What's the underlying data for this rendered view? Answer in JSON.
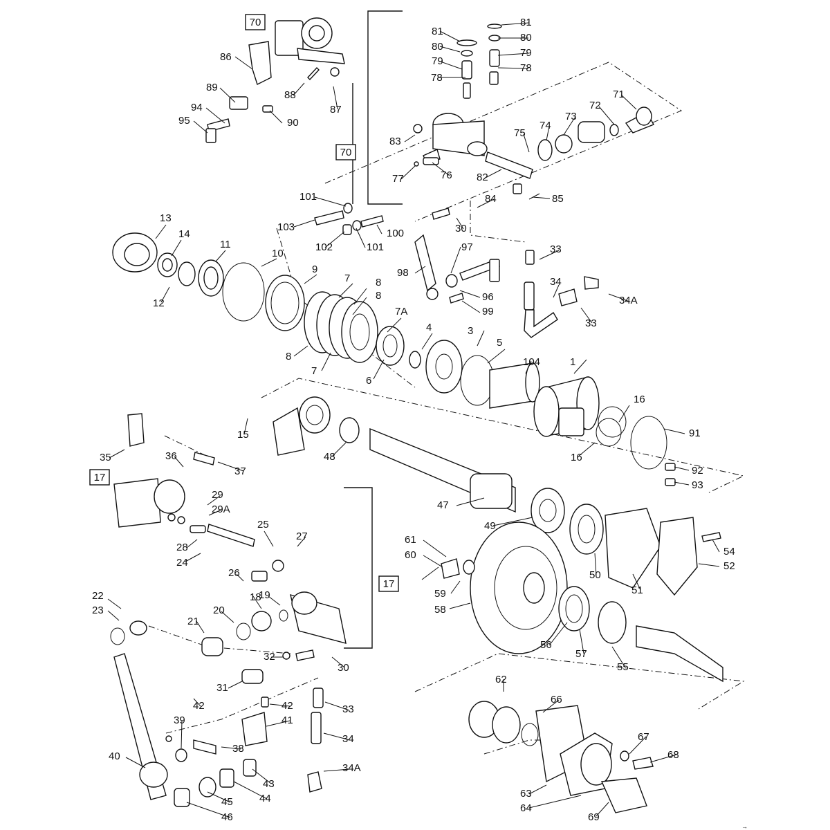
{
  "boxed_labels": [
    "70",
    "70",
    "17",
    "17"
  ],
  "callouts": [
    "1",
    "3",
    "4",
    "5",
    "6",
    "7",
    "7",
    "7A",
    "8",
    "8",
    "8",
    "9",
    "10",
    "11",
    "12",
    "13",
    "14",
    "15",
    "16",
    "16",
    "18",
    "19",
    "20",
    "21",
    "22",
    "23",
    "24",
    "25",
    "26",
    "27",
    "28",
    "29",
    "29A",
    "30",
    "30",
    "31",
    "32",
    "33",
    "33",
    "33",
    "34",
    "34",
    "34A",
    "34A",
    "35",
    "36",
    "37",
    "38",
    "39",
    "40",
    "41",
    "42",
    "42",
    "43",
    "44",
    "45",
    "46",
    "47",
    "48",
    "49",
    "50",
    "51",
    "52",
    "54",
    "55",
    "56",
    "57",
    "58",
    "59",
    "60",
    "61",
    "62",
    "63",
    "64",
    "66",
    "67",
    "68",
    "69",
    "71",
    "72",
    "73",
    "74",
    "75",
    "76",
    "77",
    "78",
    "78",
    "79",
    "79",
    "80",
    "80",
    "81",
    "81",
    "82",
    "83",
    "84",
    "85",
    "86",
    "87",
    "88",
    "89",
    "90",
    "91",
    "92",
    "93",
    "94",
    "95",
    "96",
    "97",
    "98",
    "99",
    "100",
    "101",
    "101",
    "102",
    "103",
    "104"
  ],
  "corner_mark": "→"
}
